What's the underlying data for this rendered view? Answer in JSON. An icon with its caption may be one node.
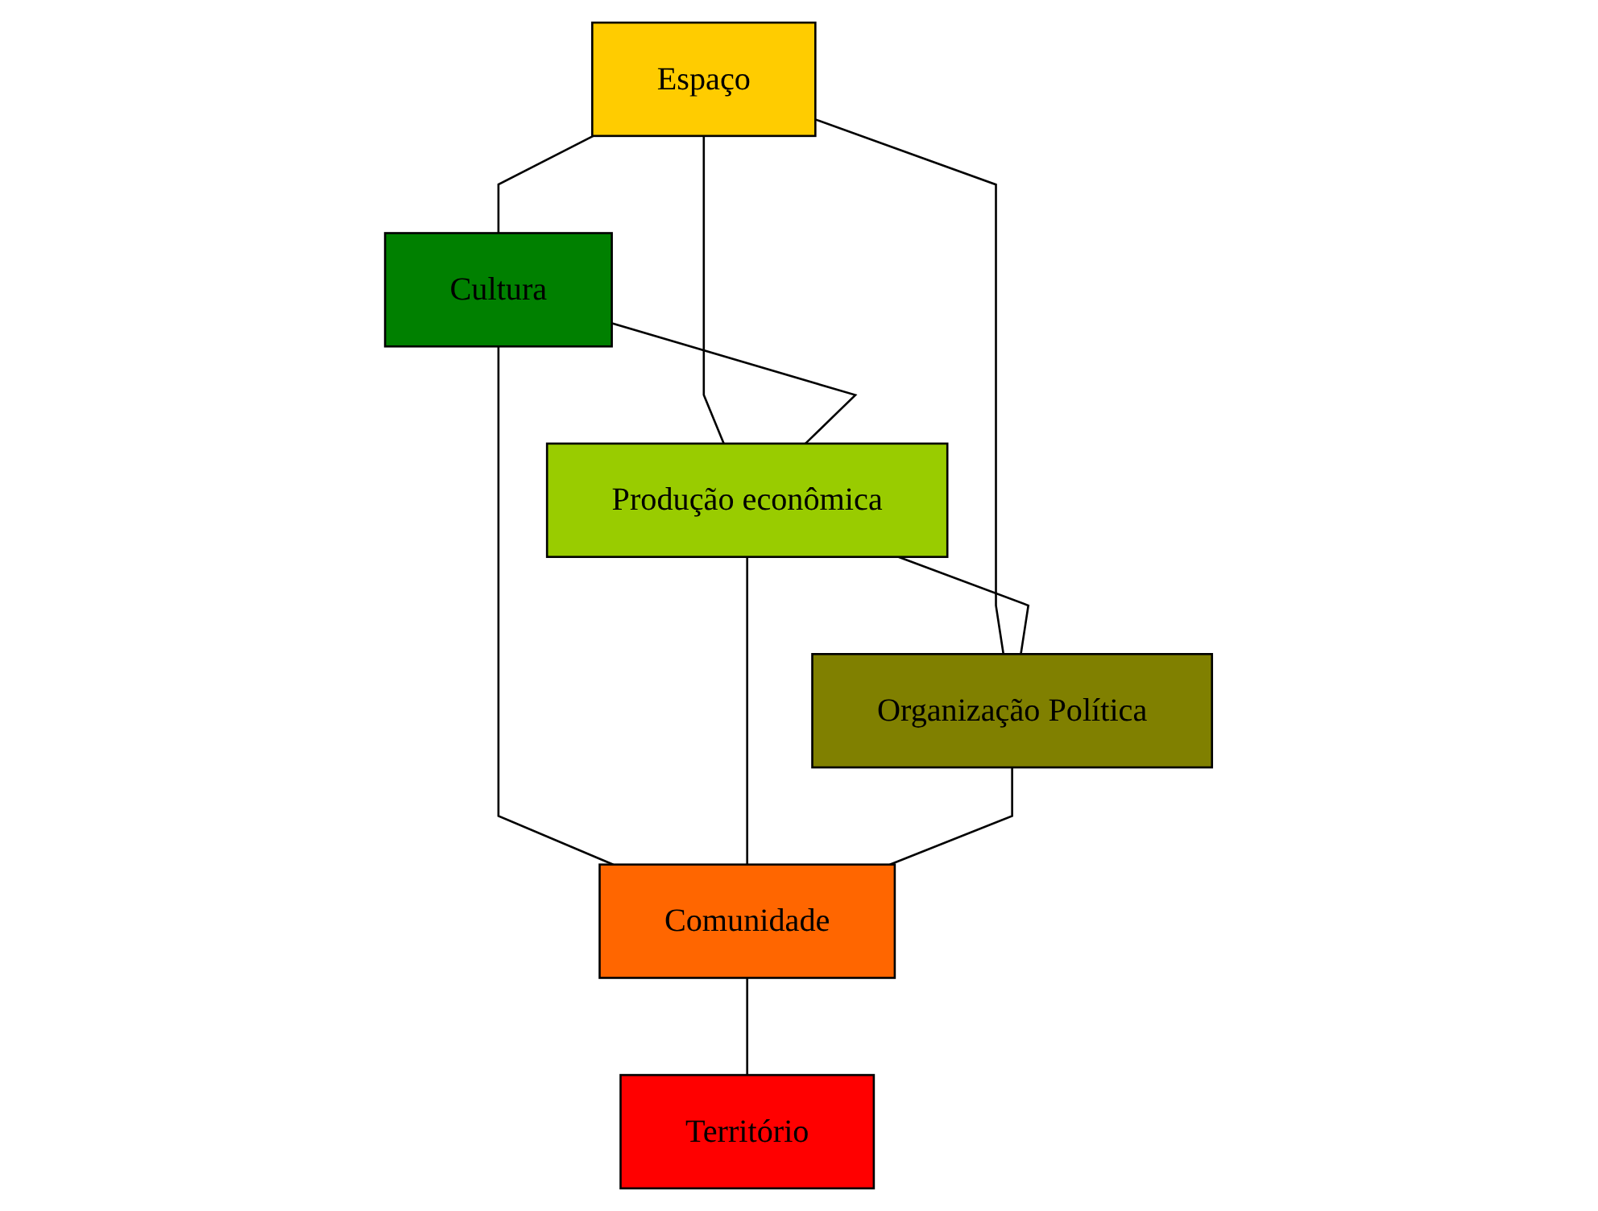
{
  "diagram": {
    "nodes": [
      {
        "text": [
          "Espaço"
        ]
      },
      {
        "text": [
          "Cultura"
        ]
      },
      {
        "text": [
          "Produção econômica"
        ]
      },
      {
        "text": [
          "Organização Política"
        ]
      },
      {
        "text": [
          "Comunidade"
        ]
      },
      {
        "text": [
          "Território"
        ]
      }
    ],
    "edges": [
      {
        "from": 0,
        "to": 1,
        "arrow": "none"
      },
      {
        "from": 0,
        "to": 2,
        "arrow": "none"
      },
      {
        "from": 0,
        "to": 3,
        "arrow": "none"
      },
      {
        "from": 1,
        "to": 2,
        "arrow": "none"
      },
      {
        "from": 2,
        "to": 3,
        "arrow": "none"
      },
      {
        "from": 1,
        "to": 4,
        "arrow": "none"
      },
      {
        "from": 2,
        "to": 4,
        "arrow": "none"
      },
      {
        "from": 3,
        "to": 4,
        "arrow": "none"
      },
      {
        "from": 4,
        "to": 5,
        "arrow": "none"
      }
    ]
  }
}
